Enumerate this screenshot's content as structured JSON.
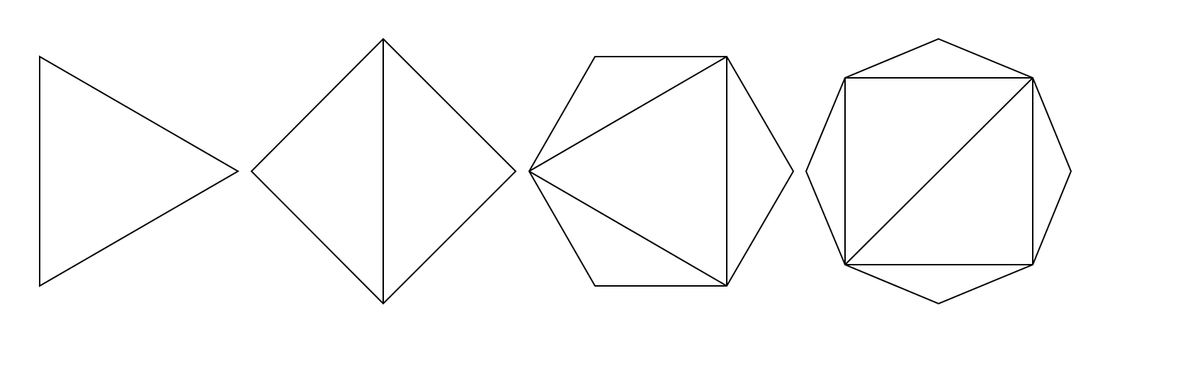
{
  "diagram": {
    "description_visible_text": "",
    "stroke_color": "#000000",
    "background_color": "#ffffff",
    "figures": [
      {
        "name": "triangle",
        "sides": 3,
        "diagonals": 0
      },
      {
        "name": "square",
        "sides": 4,
        "diagonals": 1
      },
      {
        "name": "hexagon",
        "sides": 6,
        "diagonals": 3
      },
      {
        "name": "octagon",
        "sides": 8,
        "diagonals": 5
      }
    ]
  }
}
